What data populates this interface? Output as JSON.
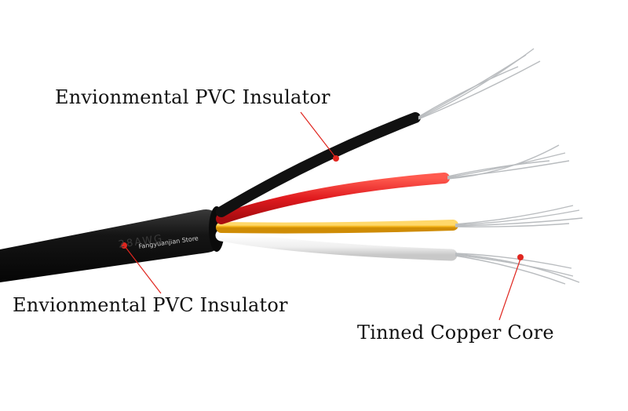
{
  "labels": {
    "outer_sheath": "Envionmental PVC Insulator",
    "inner_insulation": "Envionmental PVC Insulator",
    "conductor": "Tinned Copper Core"
  },
  "cable_print": "28AWG",
  "watermark": "Fangyuanjian Store",
  "colors": {
    "jacket": "#151515",
    "wire_black": "#111111",
    "wire_red": "#e01a1e",
    "wire_yellow": "#f5b316",
    "wire_white": "#efefef",
    "copper_strand": "#b9bcbf",
    "pointer_line": "#e0261f"
  },
  "icons": [
    "cable-photo",
    "red-pointer-dot"
  ]
}
